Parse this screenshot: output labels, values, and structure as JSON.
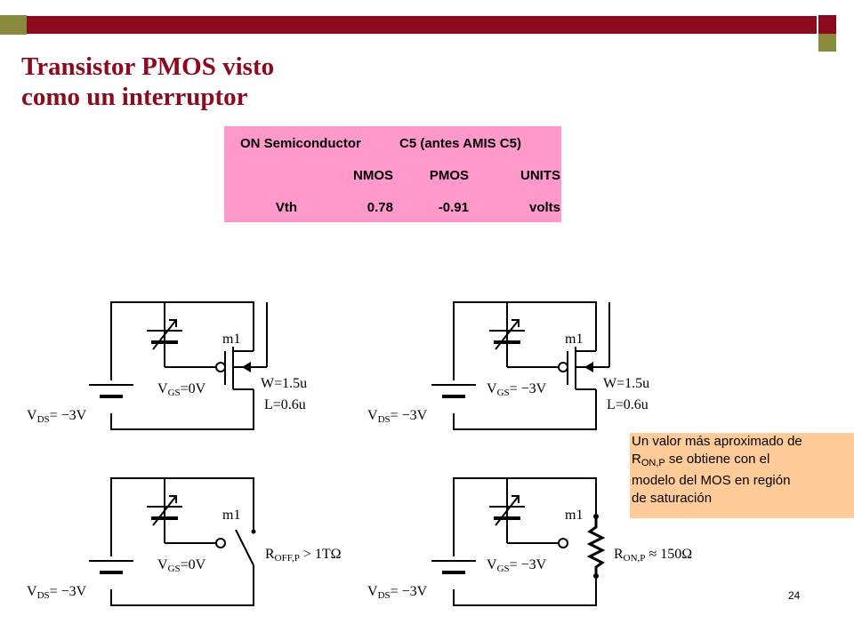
{
  "header": {
    "title_line1": "Transistor PMOS visto",
    "title_line2": "como un interruptor"
  },
  "colors": {
    "bar_red": "#8b0a1e",
    "bar_olive": "#8a8a3c",
    "table_bg": "#ff99cc",
    "note_bg": "#ffcc99"
  },
  "table": {
    "row1": {
      "c1": "ON Semiconductor",
      "c2": "C5 (antes AMIS C5)"
    },
    "row2": {
      "c1": "NMOS",
      "c2": "PMOS",
      "c3": "UNITS"
    },
    "row3": {
      "c0": "Vth",
      "c1": "0.78",
      "c2": "-0.91",
      "c3": "volts"
    }
  },
  "circuits": {
    "tl": {
      "vds_main": "V",
      "vds_sub": "DS",
      "vds_val": "= −3V",
      "vgs_main": "V",
      "vgs_sub": "GS",
      "vgs_val": "=0V",
      "device": "m1",
      "w": "W=1.5u",
      "l": "L=0.6u"
    },
    "tr": {
      "vds_main": "V",
      "vds_sub": "DS",
      "vds_val": "= −3V",
      "vgs_main": "V",
      "vgs_sub": "GS",
      "vgs_val": "= −3V",
      "device": "m1",
      "w": "W=1.5u",
      "l": "L=0.6u"
    },
    "bl": {
      "vds_main": "V",
      "vds_sub": "DS",
      "vds_val": "= −3V",
      "vgs_main": "V",
      "vgs_sub": "GS",
      "vgs_val": "=0V",
      "device": "m1",
      "r_main": "R",
      "r_sub": "OFF,P",
      "r_val": " > 1TΩ"
    },
    "br": {
      "vds_main": "V",
      "vds_sub": "DS",
      "vds_val": "= −3V",
      "vgs_main": "V",
      "vgs_sub": "GS",
      "vgs_val": "= −3V",
      "device": "m1",
      "r_main": "R",
      "r_sub": "ON,P",
      "r_val": " ≈ 150Ω"
    }
  },
  "note": {
    "line1": "Un valor más aproximado de",
    "line2a": "R",
    "line2sub": "ON,P",
    "line2b": " se obtiene con el",
    "line3": "modelo del MOS en región",
    "line4": "de saturación"
  },
  "page_number": "24"
}
